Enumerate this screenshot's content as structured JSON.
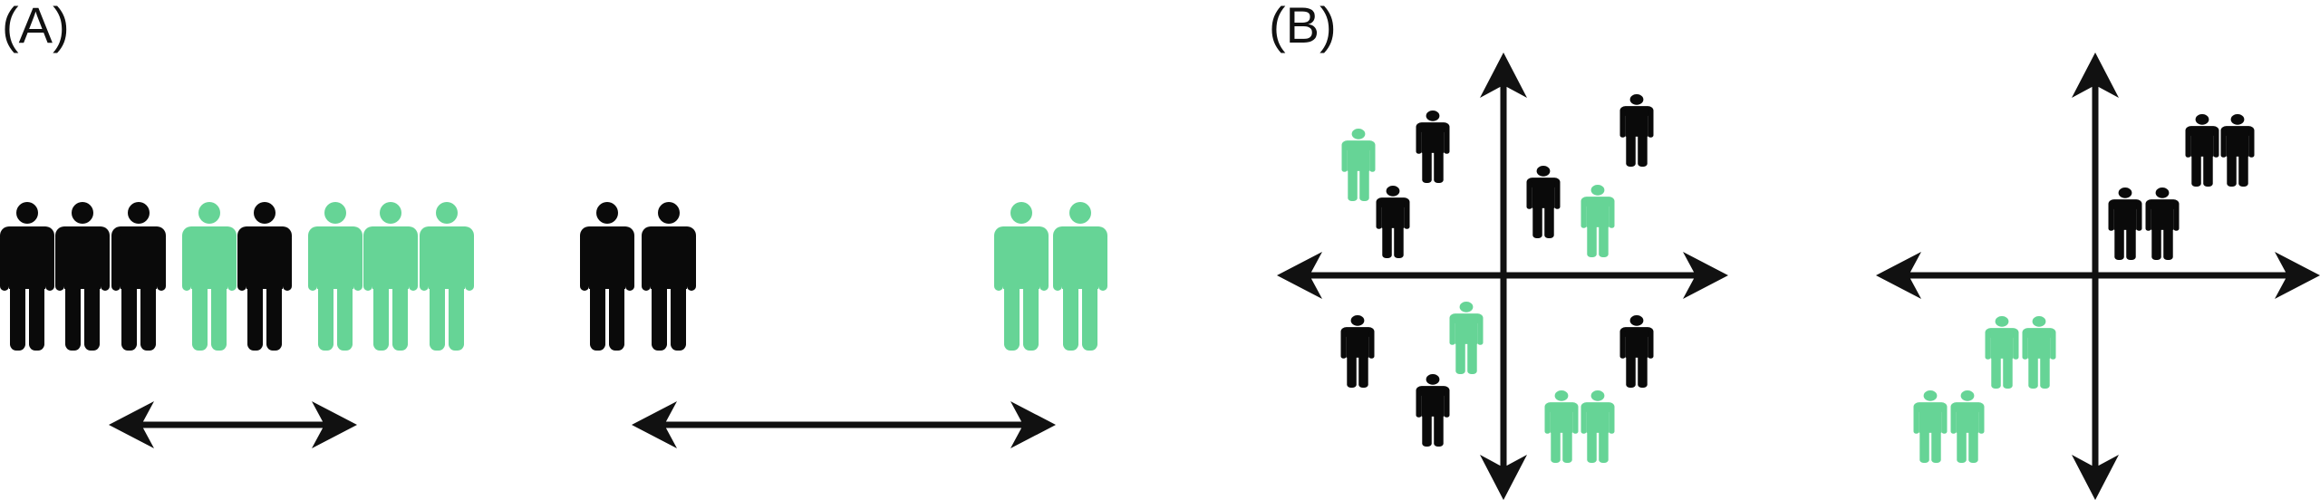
{
  "panels": {
    "a": {
      "label": "(A)"
    },
    "b": {
      "label": "(B)"
    }
  },
  "colors": {
    "black": "#0a0a0a",
    "green": "#66d496",
    "arrow": "#111111"
  },
  "groups": {
    "a_row_mixed": [
      "black",
      "black",
      "black",
      "green",
      "black",
      "green",
      "green",
      "green"
    ],
    "a_row_separated": [
      "black",
      "black",
      "green",
      "green"
    ],
    "b_scatter_mixed": [
      "green",
      "black",
      "black",
      "black",
      "black",
      "green",
      "green",
      "black",
      "black",
      "black",
      "green",
      "green"
    ],
    "b_scatter_clustered": [
      "black",
      "black",
      "black",
      "black",
      "green",
      "green",
      "green",
      "green"
    ]
  }
}
